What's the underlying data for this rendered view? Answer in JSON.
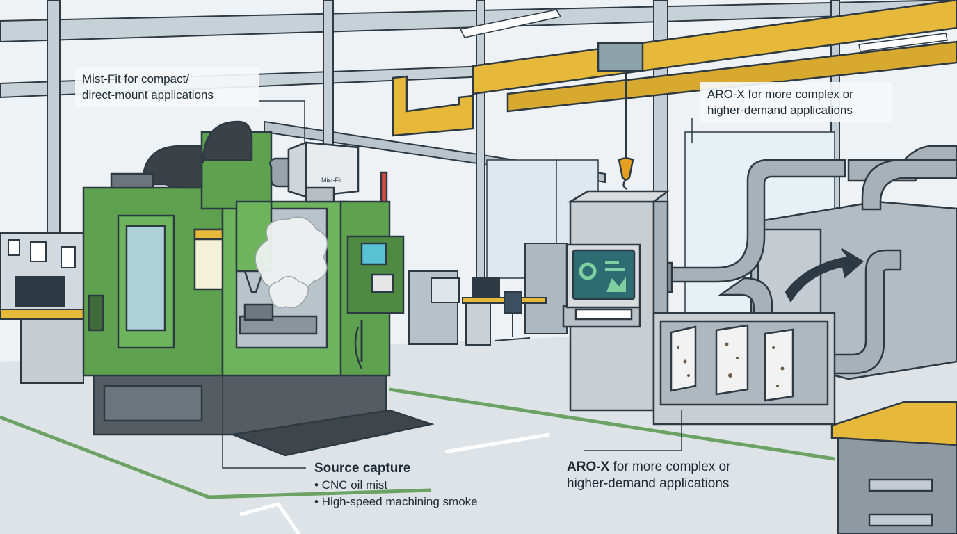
{
  "callouts": {
    "mist_fit": {
      "line1": "Mist-Fit for compact/",
      "line2": "direct-mount applications"
    },
    "aro_x_top": {
      "line1": "ARO-X for more complex or",
      "line2": "higher-demand applications"
    },
    "source_capture": {
      "title": "Source capture",
      "bullets": [
        "• CNC oil mist",
        "• High-speed machining smoke"
      ]
    },
    "aro_x_bottom": {
      "brand": "ARO-X",
      "rest": " for more complex or",
      "line2": "higher-demand applications"
    }
  },
  "unit_label": "Mist-Fit",
  "colors": {
    "machine_green": "#5ea24f",
    "crane_yellow": "#e6b93a",
    "unit_grey": "#c9ced3",
    "duct_silver": "#a9b1b8",
    "floor": "#dde3e7",
    "outline": "#2d3a44",
    "screen_teal": "#2f6b73"
  }
}
